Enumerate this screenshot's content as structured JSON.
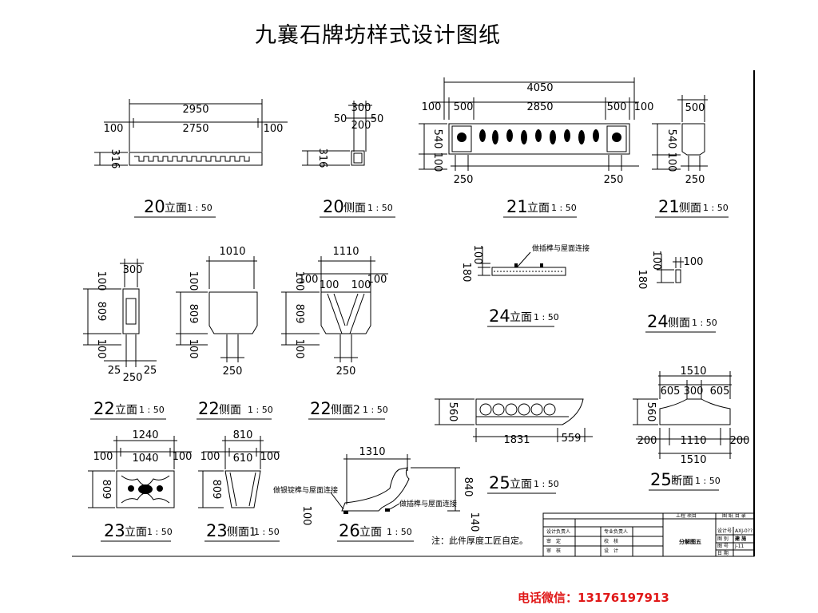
{
  "title": "九襄石牌坊样式设计图纸",
  "contact": "电话微信：13176197913",
  "views": {
    "v20f": {
      "num": "20",
      "name": "立面",
      "scale": "1 : 50",
      "dims": [
        "2950",
        "100",
        "2750",
        "100",
        "316"
      ]
    },
    "v20s": {
      "num": "20",
      "name": "侧面",
      "scale": "1 : 50",
      "dims": [
        "300",
        "50",
        "200",
        "50",
        "316"
      ]
    },
    "v21f": {
      "num": "21",
      "name": "立面",
      "scale": "1 : 50",
      "dims": [
        "4050",
        "100",
        "500",
        "2850",
        "500",
        "100",
        "540",
        "100",
        "250",
        "250"
      ]
    },
    "v21s": {
      "num": "21",
      "name": "侧面",
      "scale": "1 : 50",
      "dims": [
        "500",
        "540",
        "100",
        "250"
      ]
    },
    "v22f": {
      "num": "22",
      "name": "立面",
      "scale": "1 : 50",
      "dims": [
        "300",
        "100",
        "809",
        "100",
        "25",
        "250",
        "25"
      ]
    },
    "v22s1": {
      "num": "22",
      "name": "侧面",
      "scale": "1 : 50",
      "dims": [
        "1010",
        "100",
        "809",
        "100",
        "250"
      ]
    },
    "v22s2": {
      "num": "22",
      "name": "侧面2",
      "scale": "1 : 50",
      "dims": [
        "1110",
        "100",
        "100",
        "100",
        "100",
        "100",
        "809",
        "100",
        "250"
      ]
    },
    "v23f": {
      "num": "23",
      "name": "立面",
      "scale": "1 : 50",
      "dims": [
        "1240",
        "100",
        "1040",
        "100",
        "809"
      ]
    },
    "v23s": {
      "num": "23",
      "name": "侧面1",
      "scale": "1 : 50",
      "dims": [
        "810",
        "100",
        "610",
        "100",
        "809"
      ]
    },
    "v24f": {
      "num": "24",
      "name": "立面",
      "scale": "1 : 50",
      "dims": [
        "100",
        "180"
      ],
      "note": "做插榫与屋面连接"
    },
    "v24s": {
      "num": "24",
      "name": "侧面",
      "scale": "1 : 50",
      "dims": [
        "100",
        "180",
        "100"
      ]
    },
    "v25f": {
      "num": "25",
      "name": "立面",
      "scale": "1 : 50",
      "dims": [
        "560",
        "1831",
        "559"
      ]
    },
    "v25s": {
      "num": "25",
      "name": "断面",
      "scale": "1 : 50",
      "dims": [
        "1510",
        "605",
        "300",
        "605",
        "560",
        "200",
        "1110",
        "200",
        "1510"
      ]
    },
    "v26f": {
      "num": "26",
      "name": "立面",
      "scale": "1 : 50",
      "dims": [
        "1310",
        "840",
        "100",
        "140"
      ],
      "note1": "做银锭榫与屋面连接",
      "note2": "做插榫与屋面连接"
    }
  },
  "footnote": "注：此件厚度工匠自定。",
  "title_block": {
    "r1": [
      "设计负责人",
      "专业负责人"
    ],
    "r2": [
      "审　定",
      "校　核"
    ],
    "r3": [
      "审　核",
      "设　计"
    ],
    "project": "工程 项目",
    "drawing_no": "图 纸 目 录",
    "sheet": "分解图五",
    "meta": [
      "设计号",
      "图 别",
      "图 号",
      "日 期"
    ],
    "meta_val": [
      "AXJ-0??",
      "建 施",
      "J-11",
      ""
    ]
  },
  "colors": {
    "contact": "#e01818",
    "line": "#000000"
  }
}
